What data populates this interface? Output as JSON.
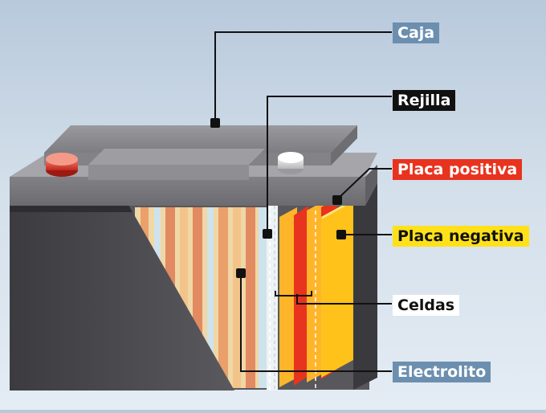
{
  "labels": {
    "caja": "Caja",
    "rejilla": "Rejilla",
    "placa_positiva": "Placa positiva",
    "placa_negativa": "Placa negativa",
    "celdas": "Celdas",
    "electrolito": "Electrolito"
  },
  "colors": {
    "caja_label": "#6c8faf",
    "rejilla_label": "#111111",
    "positiva": "#e8331f",
    "negativa": "#ffc21a",
    "celdas_label": "#ffffff",
    "electrolito": "#f0d7a6"
  }
}
